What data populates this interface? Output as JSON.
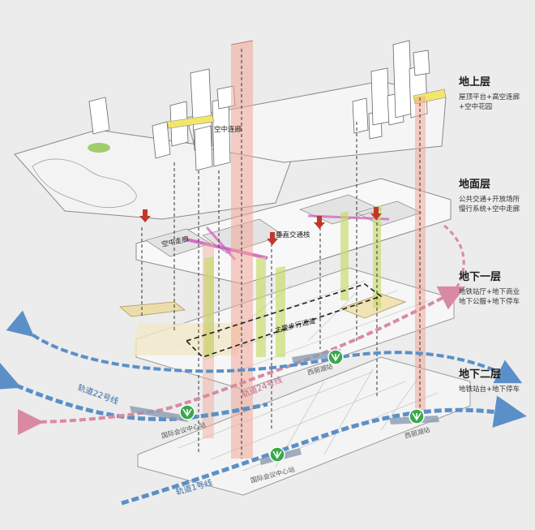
{
  "layers": [
    {
      "title": "地上层",
      "lines": [
        "屋顶平台+高空连廊",
        "+空中花园"
      ]
    },
    {
      "title": "地面层",
      "lines": [
        "公共交通+开放场所",
        "慢行系统+空中走廊"
      ]
    },
    {
      "title": "地下一层",
      "lines": [
        "地铁站厅+地下商业",
        "地下公服+地下停车"
      ]
    },
    {
      "title": "地下二层",
      "lines": [
        "地铁站台+地下停车"
      ]
    }
  ],
  "annotations": {
    "sky_bridge": "空中连廊",
    "sky_corridor": "空中走廊",
    "vertical_hub": "垂直交通核",
    "main_walkway": "主要步行通道"
  },
  "lines": {
    "line22": "轨道22号线",
    "line24": "轨道24号线",
    "line1": "轨道1号线"
  },
  "stations": {
    "sta_top": "西丽湖站",
    "sta_left": "国际会议中心站",
    "sta_right": "西丽湖站",
    "sta_bottom": "国际会议中心站"
  },
  "colors": {
    "line_blue": "#5b8fc7",
    "line_pink": "#d98aa2",
    "metro_green": "#3aa84a",
    "tower_column": "#f0a898",
    "green_column": "#c6dc6a",
    "arrow_red": "#c0392b",
    "magenta_walkway": "#d257c0"
  }
}
